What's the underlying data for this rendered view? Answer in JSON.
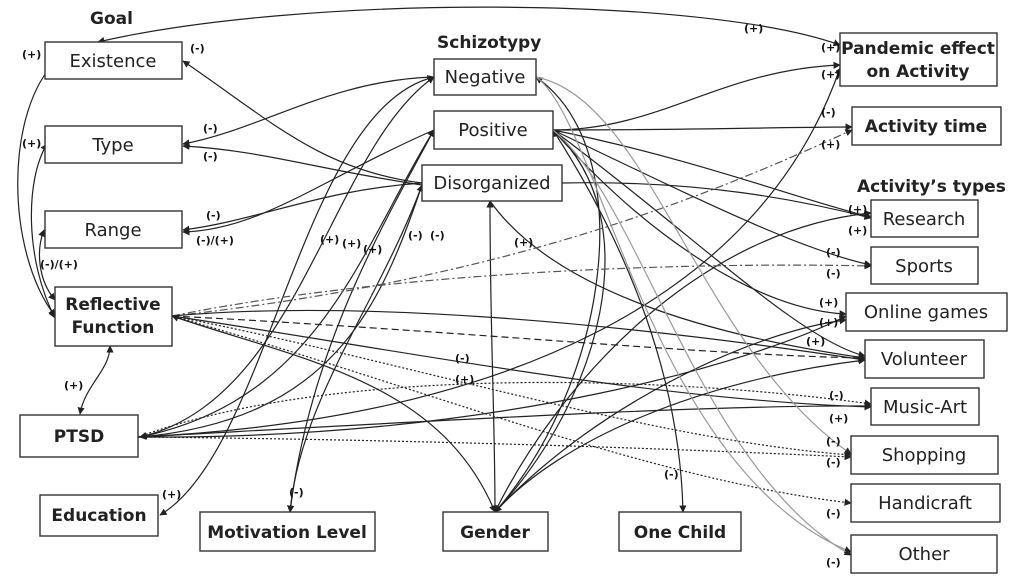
{
  "headers": {
    "goal": "Goal",
    "schizotypy": "Schizotypy",
    "activity_types": "Activity’s types"
  },
  "nodes": {
    "existence": "Existence",
    "type": "Type",
    "range": "Range",
    "reflective_function": [
      "Reflective",
      "Function"
    ],
    "ptsd": "PTSD",
    "education": "Education",
    "negative": "Negative",
    "positive": "Positive",
    "disorganized": "Disorganized",
    "motivation_level": "Motivation Level",
    "gender": "Gender",
    "one_child": "One Child",
    "pandemic_effect": [
      "Pandemic effect",
      "on Activity"
    ],
    "activity_time": "Activity time",
    "research": "Research",
    "sports": "Sports",
    "online_games": "Online games",
    "volunteer": "Volunteer",
    "music_art": "Music-Art",
    "shopping": "Shopping",
    "handicraft": "Handicraft",
    "other": "Other"
  },
  "labels": {
    "l_exist_rf": "(+)",
    "l_exist_in": "(-)",
    "l_type_rf": "(+)",
    "l_type_a": "(-)",
    "l_type_b": "(-)",
    "l_range_rf": "(-)/(+)",
    "l_range_a": "(-)",
    "l_range_b": "(-)/(+)",
    "l_rf_ptsd": "(+)",
    "l_edu": "(+)",
    "l_motiv": "(-)",
    "l_c1": "(+)",
    "l_c2": "(+)",
    "l_c3": "(+)",
    "l_c4": "(-)",
    "l_c5": "(-)",
    "l_c6": "(+)",
    "l_top": "(+)",
    "l_pand1": "(+)",
    "l_pand2": "(+)",
    "l_time1": "(-)",
    "l_time2": "(+)",
    "l_res1": "(+)",
    "l_res2": "(+)",
    "l_sp1": "(-)",
    "l_sp2": "(-)",
    "l_og1": "(+)",
    "l_og2": "(+)",
    "l_vol": "(+)",
    "l_mid1": "(-)",
    "l_mid2": "(+)",
    "l_ma1": "(-)",
    "l_ma2": "(+)",
    "l_sh1": "(-)",
    "l_sh2": "(-)",
    "l_hc": "(-)",
    "l_oth1": "(-)",
    "l_oth2": "(-)"
  }
}
